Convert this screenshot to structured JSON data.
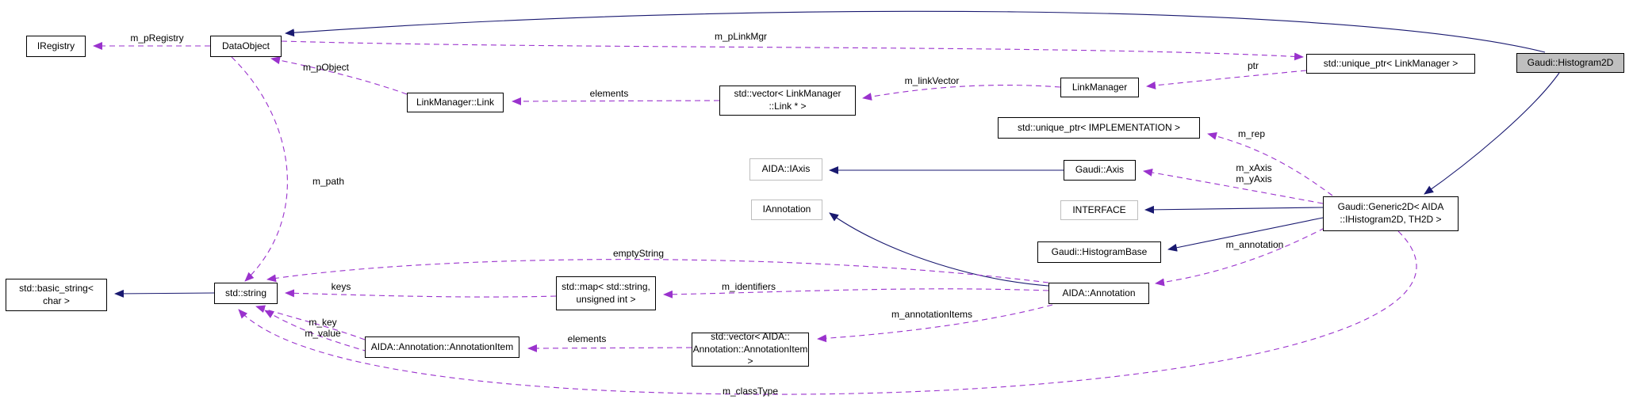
{
  "diagram": {
    "type": "collaboration-graph",
    "colors": {
      "inheritance_edge": "#191970",
      "usage_edge": "#9a32cd",
      "node_border": "#000000",
      "external_node_border": "#bebebe",
      "highlight_node_bg": "#bfbfbf",
      "background": "#ffffff"
    },
    "nodes": [
      {
        "id": "iregistry",
        "label": "IRegistry",
        "style": "normal"
      },
      {
        "id": "dataobject",
        "label": "DataObject",
        "style": "normal"
      },
      {
        "id": "unique-ptr-linkmanager",
        "label": "std::unique_ptr< LinkManager >",
        "style": "normal"
      },
      {
        "id": "histogram2d",
        "label": "Gaudi::Histogram2D",
        "style": "highlight"
      },
      {
        "id": "linkmanager",
        "label": "LinkManager",
        "style": "normal"
      },
      {
        "id": "linkmanager-link",
        "label": "LinkManager::Link",
        "style": "normal"
      },
      {
        "id": "vector-linkmanager-link",
        "label": "std::vector< LinkManager\n::Link * >",
        "style": "normal"
      },
      {
        "id": "unique-ptr-implementation",
        "label": "std::unique_ptr< IMPLEMENTATION >",
        "style": "normal"
      },
      {
        "id": "aida-iaxis",
        "label": "AIDA::IAxis",
        "style": "external"
      },
      {
        "id": "gaudi-axis",
        "label": "Gaudi::Axis",
        "style": "normal"
      },
      {
        "id": "iannotation",
        "label": "IAnnotation",
        "style": "external"
      },
      {
        "id": "interface",
        "label": "INTERFACE",
        "style": "external"
      },
      {
        "id": "generic2d",
        "label": "Gaudi::Generic2D< AIDA\n::IHistogram2D, TH2D >",
        "style": "normal"
      },
      {
        "id": "histogrambase",
        "label": "Gaudi::HistogramBase",
        "style": "normal"
      },
      {
        "id": "basic-string",
        "label": "std::basic_string<\nchar >",
        "style": "normal"
      },
      {
        "id": "std-string",
        "label": "std::string",
        "style": "normal"
      },
      {
        "id": "std-map",
        "label": "std::map< std::string,\nunsigned int >",
        "style": "normal"
      },
      {
        "id": "aida-annotation",
        "label": "AIDA::Annotation",
        "style": "normal"
      },
      {
        "id": "annotation-item",
        "label": "AIDA::Annotation::AnnotationItem",
        "style": "normal"
      },
      {
        "id": "vector-annotation-item",
        "label": "std::vector< AIDA::\nAnnotation::AnnotationItem >",
        "style": "normal"
      }
    ],
    "edges": [
      {
        "from": "DataObject",
        "to": "IRegistry",
        "type": "usage",
        "label": "m_pRegistry"
      },
      {
        "from": "DataObject",
        "to": "std::unique_ptr< LinkManager >",
        "type": "usage",
        "label": "m_pLinkMgr"
      },
      {
        "from": "LinkManager::Link",
        "to": "DataObject",
        "type": "usage",
        "label": "m_pObject"
      },
      {
        "from": "std::vector< LinkManager::Link * >",
        "to": "LinkManager::Link",
        "type": "usage",
        "label": "elements"
      },
      {
        "from": "LinkManager",
        "to": "std::vector< LinkManager::Link * >",
        "type": "usage",
        "label": "m_linkVector"
      },
      {
        "from": "std::unique_ptr< LinkManager >",
        "to": "LinkManager",
        "type": "usage",
        "label": "ptr"
      },
      {
        "from": "Gaudi::Generic2D< AIDA::IHistogram2D, TH2D >",
        "to": "std::unique_ptr< IMPLEMENTATION >",
        "type": "usage",
        "label": "m_rep"
      },
      {
        "from": "Gaudi::Generic2D< AIDA::IHistogram2D, TH2D >",
        "to": "Gaudi::Axis",
        "type": "usage",
        "label": "m_xAxis\nm_yAxis"
      },
      {
        "from": "Gaudi::Generic2D< AIDA::IHistogram2D, TH2D >",
        "to": "AIDA::Annotation",
        "type": "usage",
        "label": "m_annotation"
      },
      {
        "from": "DataObject",
        "to": "std::string",
        "type": "usage",
        "label": "m_path"
      },
      {
        "from": "std::map< std::string, unsigned int >",
        "to": "std::string",
        "type": "usage",
        "label": "keys"
      },
      {
        "from": "AIDA::Annotation",
        "to": "std::string",
        "type": "usage",
        "label": "emptyString"
      },
      {
        "from": "AIDA::Annotation",
        "to": "std::map< std::string, unsigned int >",
        "type": "usage",
        "label": "m_identifiers"
      },
      {
        "from": "AIDA::Annotation",
        "to": "std::vector< AIDA::Annotation::AnnotationItem >",
        "type": "usage",
        "label": "m_annotationItems"
      },
      {
        "from": "std::vector< AIDA::Annotation::AnnotationItem >",
        "to": "AIDA::Annotation::AnnotationItem",
        "type": "usage",
        "label": "elements"
      },
      {
        "from": "AIDA::Annotation::AnnotationItem",
        "to": "std::string",
        "type": "usage",
        "label": "m_key"
      },
      {
        "from": "AIDA::Annotation::AnnotationItem",
        "to": "std::string",
        "type": "usage",
        "label": "m_value"
      },
      {
        "from": "Gaudi::Generic2D< AIDA::IHistogram2D, TH2D >",
        "to": "std::string",
        "type": "usage",
        "label": "m_classType"
      },
      {
        "from": "Gaudi::Histogram2D",
        "to": "DataObject",
        "type": "inheritance",
        "label": ""
      },
      {
        "from": "Gaudi::Histogram2D",
        "to": "Gaudi::Generic2D< AIDA::IHistogram2D, TH2D >",
        "type": "inheritance",
        "label": ""
      },
      {
        "from": "Gaudi::Axis",
        "to": "AIDA::IAxis",
        "type": "inheritance",
        "label": ""
      },
      {
        "from": "Gaudi::Generic2D< AIDA::IHistogram2D, TH2D >",
        "to": "INTERFACE",
        "type": "inheritance",
        "label": ""
      },
      {
        "from": "Gaudi::Generic2D< AIDA::IHistogram2D, TH2D >",
        "to": "Gaudi::HistogramBase",
        "type": "inheritance",
        "label": ""
      },
      {
        "from": "AIDA::Annotation",
        "to": "IAnnotation",
        "type": "inheritance",
        "label": ""
      },
      {
        "from": "std::string",
        "to": "std::basic_string< char >",
        "type": "inheritance",
        "label": ""
      }
    ]
  }
}
